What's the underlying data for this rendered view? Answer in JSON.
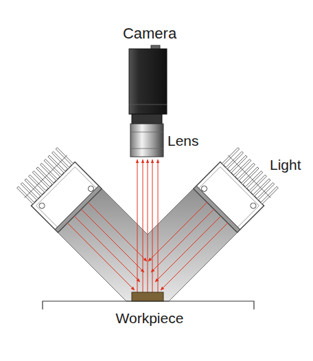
{
  "diagram": {
    "labels": [
      "Camera",
      "Lens",
      "Light",
      "Workpiece"
    ]
  }
}
